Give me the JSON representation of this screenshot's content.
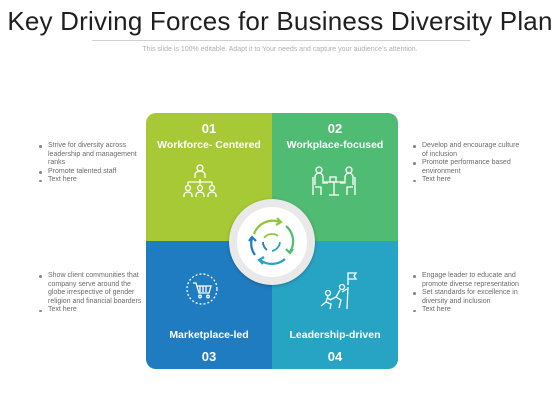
{
  "header": {
    "title": "Key Driving Forces for Business Diversity Plan",
    "subtitle": "This slide is 100% editable. Adapt it to Your needs and capture your audience's attention."
  },
  "quadrants": [
    {
      "number": "01",
      "label": "Workforce- Centered",
      "color": "#a6c935",
      "icon": "people-hierarchy-icon"
    },
    {
      "number": "02",
      "label": "Workplace-focused",
      "color": "#4fbb73",
      "icon": "meeting-table-icon"
    },
    {
      "number": "03",
      "label": "Marketplace-led",
      "color": "#1f7cc0",
      "icon": "shopping-cart-icon"
    },
    {
      "number": "04",
      "label": "Leadership-driven",
      "color": "#27a3c4",
      "icon": "climbing-leader-icon"
    }
  ],
  "bullets": {
    "top_left": [
      "Strive for diversity across leadership and management ranks",
      "Promote talented staff",
      "Text here"
    ],
    "top_right": [
      "Develop and encourage culture of inclusion",
      "Promote performance based environment",
      "Text here"
    ],
    "bottom_left": [
      "Show client communities that company serve around the globe irrespective of gender religion and financial boarders",
      "Text here"
    ],
    "bottom_right": [
      "Engage leader to educate and promote diverse representation",
      "Set standards for excellence in diversity and inclusion",
      "Text here"
    ]
  },
  "center": {
    "icon": "cycle-arrows-icon"
  }
}
